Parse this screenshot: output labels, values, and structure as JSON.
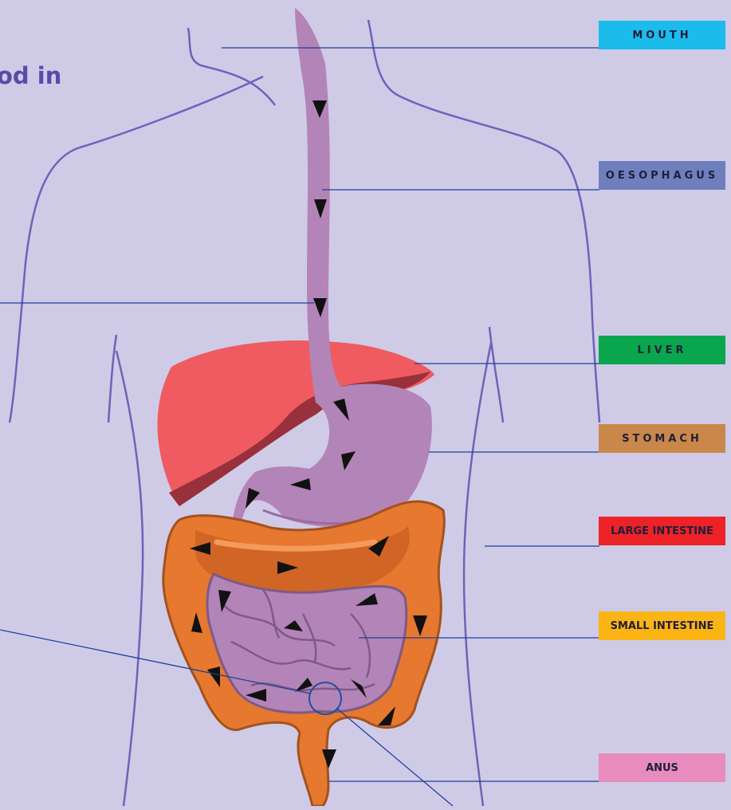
{
  "title": "od in",
  "labels": {
    "mouth": "MOUTH",
    "oesophagus": "OESOPHAGUS",
    "liver": "LIVER",
    "stomach": "STOMACH",
    "large_intestine": "LARGE INTESTINE",
    "small_intestine": "SMALL INTESTINE",
    "anus": "ANUS"
  },
  "colors": {
    "background": "#cfcbe7",
    "body_outline": "#6f62b8",
    "mouth": "#1bbcec",
    "oesophagus": "#6f7fbe",
    "liver": "#0aa64e",
    "stomach": "#c9874a",
    "large_intestine": "#ed2227",
    "small_intestine": "#fbb415",
    "anus": "#e88bbd",
    "organ_purple": "#b384b7",
    "liver_organ": "#ef5b61",
    "liver_shadow": "#98313c",
    "large_intestine_organ": "#e6782f"
  }
}
